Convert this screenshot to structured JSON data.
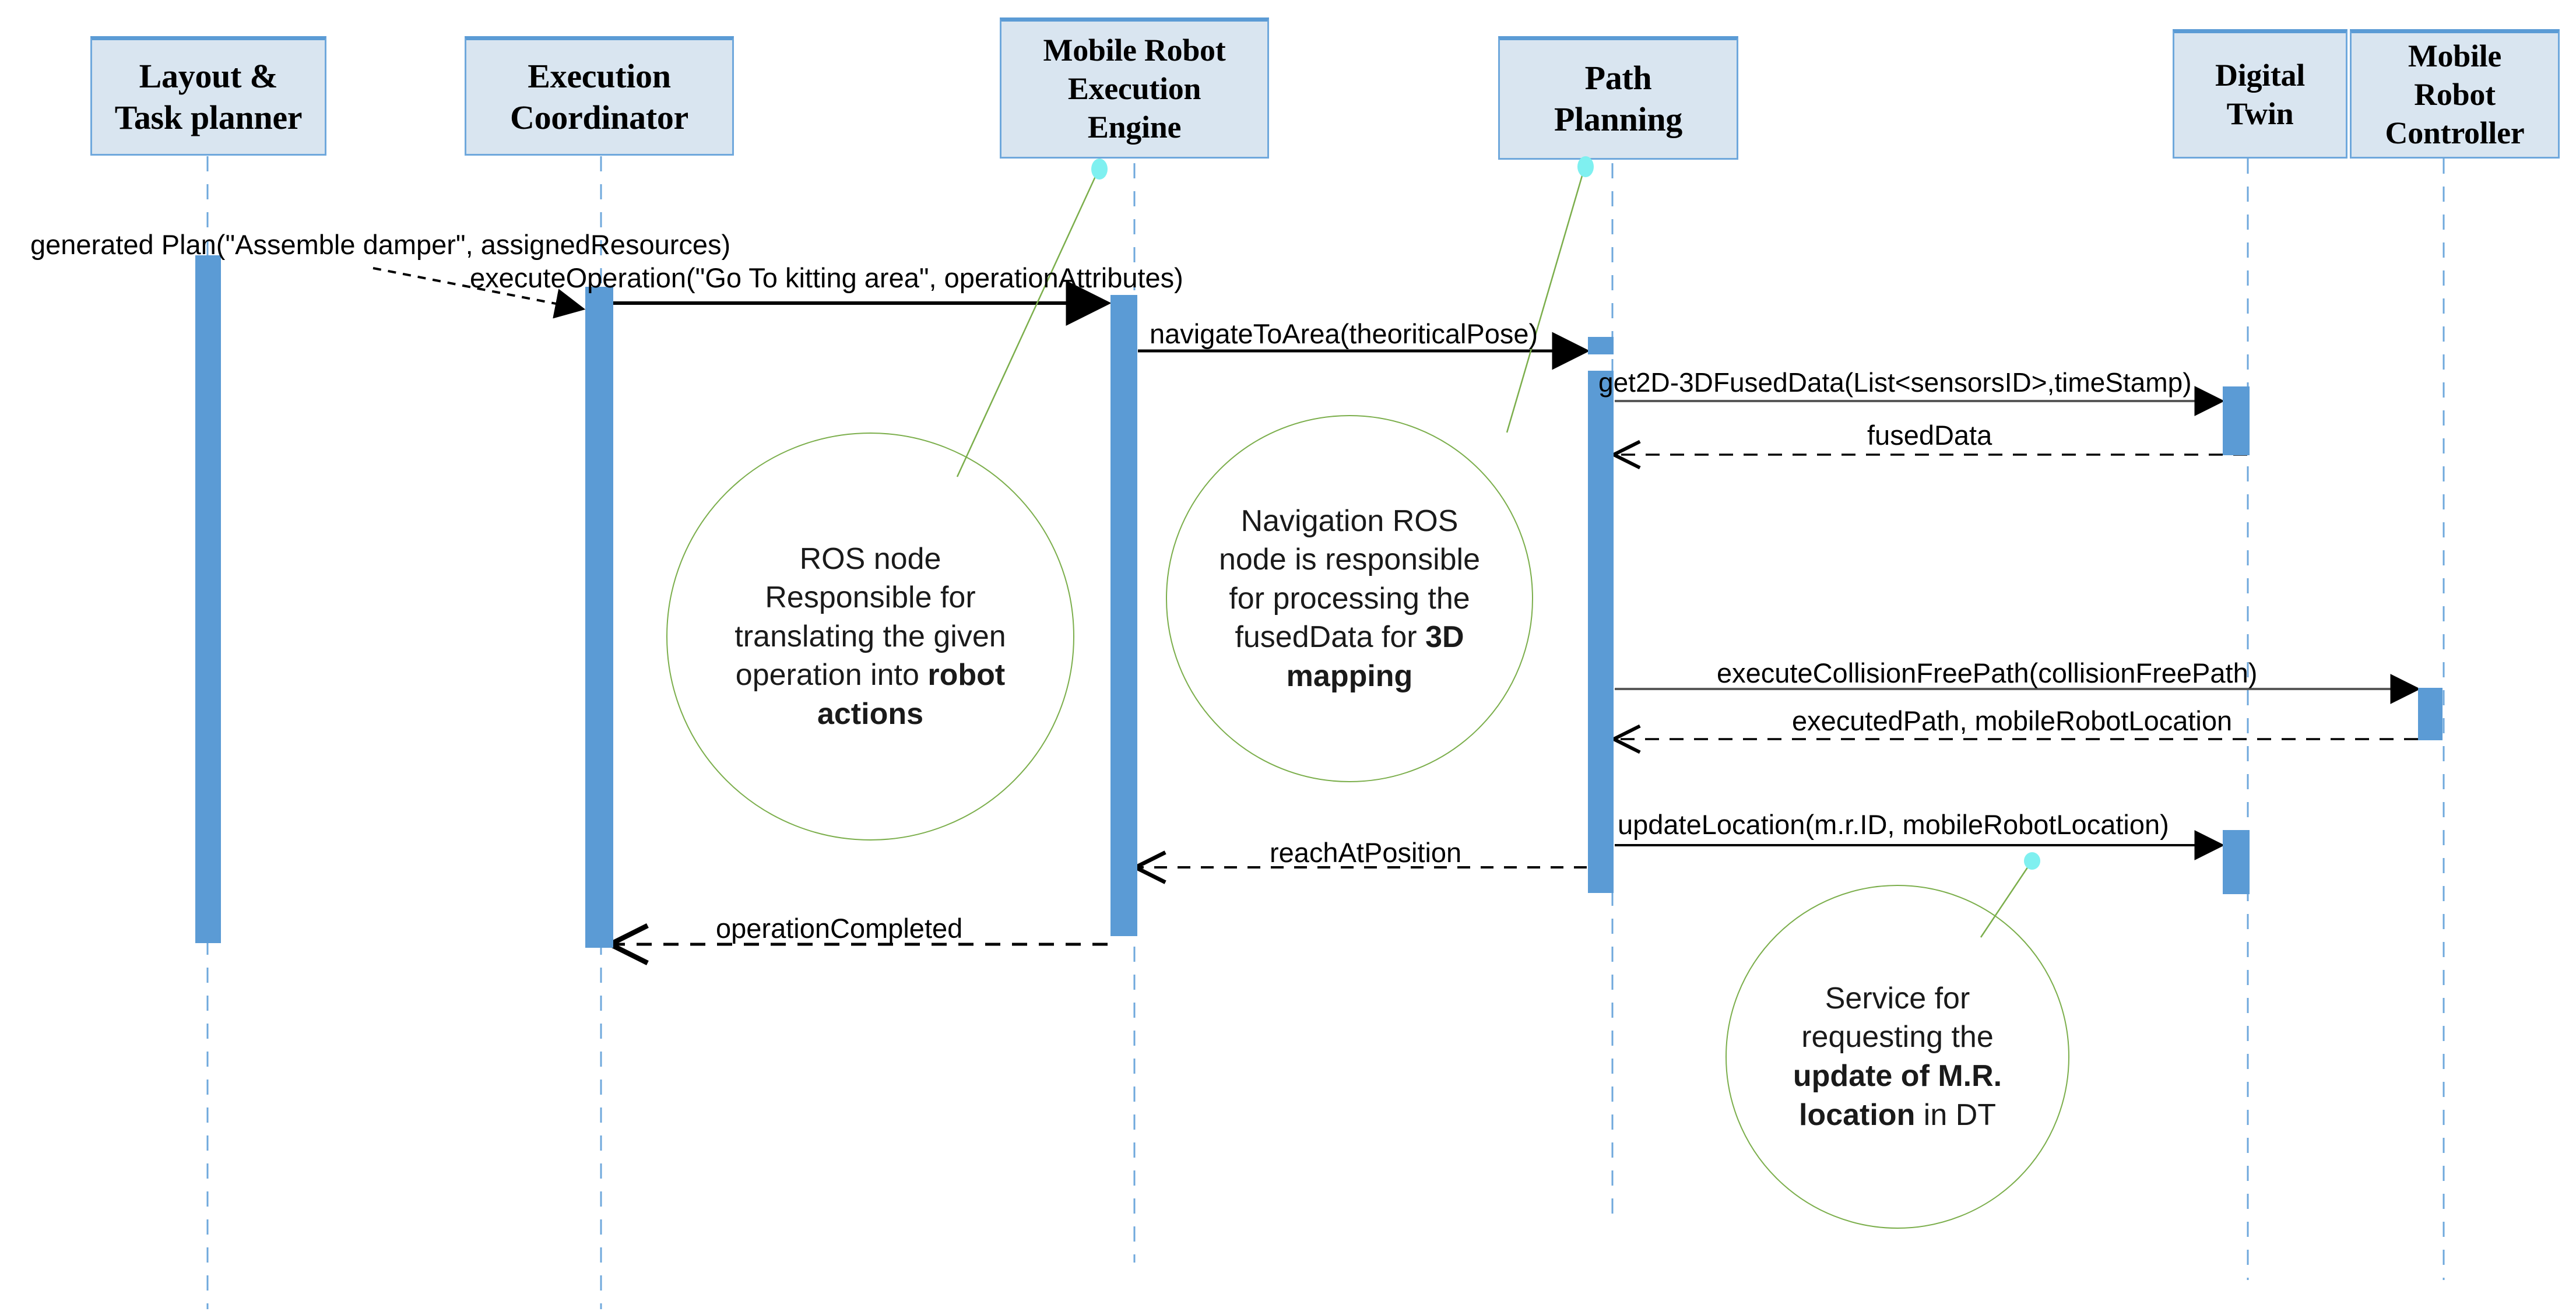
{
  "diagram": {
    "title": "Mobile robot navigation sequence diagram",
    "colors": {
      "participant_fill": "#d9e5f0",
      "participant_border": "#6fa8dc",
      "participant_top_accent": "#5b9bd5",
      "activation_fill": "#5b9bd5",
      "lifeline": "#6fa8dc",
      "note_border": "#7bae4b",
      "anchor_dot": "#7ff0f0",
      "message_line": "#000000",
      "gray_message_line": "#595959"
    }
  },
  "participants": [
    {
      "id": "layout-task-planner",
      "lines": [
        "Layout &",
        "Task planner"
      ]
    },
    {
      "id": "execution-coordinator",
      "lines": [
        "Execution",
        "Coordinator"
      ]
    },
    {
      "id": "mobile-robot-execution-engine",
      "lines": [
        "Mobile Robot",
        "Execution",
        "Engine"
      ]
    },
    {
      "id": "path-planning",
      "lines": [
        "Path",
        "Planning"
      ]
    },
    {
      "id": "digital-twin",
      "lines": [
        "Digital",
        "Twin"
      ]
    },
    {
      "id": "mobile-robot-controller",
      "lines": [
        "Mobile",
        "Robot",
        "Controller"
      ]
    }
  ],
  "messages": [
    {
      "id": "generated-plan",
      "label": "generated Plan(\"Assemble damper\", assignedResources)",
      "from": "layout-task-planner",
      "to": "execution-coordinator",
      "kind": "found-call"
    },
    {
      "id": "execute-operation",
      "label": "executeOperation(\"Go To kitting area\", operationAttributes)",
      "from": "execution-coordinator",
      "to": "mobile-robot-execution-engine",
      "kind": "sync-call"
    },
    {
      "id": "navigate-to-area",
      "label": "navigateToArea(theoriticalPose)",
      "from": "mobile-robot-execution-engine",
      "to": "path-planning",
      "kind": "sync-call"
    },
    {
      "id": "get-fused-data",
      "label": "get2D-3DFusedData(List<sensorsID>,timeStamp)",
      "from": "path-planning",
      "to": "digital-twin",
      "kind": "sync-call"
    },
    {
      "id": "fused-data",
      "label": "fusedData",
      "from": "digital-twin",
      "to": "path-planning",
      "kind": "return"
    },
    {
      "id": "execute-collision-free-path",
      "label": "executeCollisionFreePath(collisionFreePath)",
      "from": "path-planning",
      "to": "mobile-robot-controller",
      "kind": "sync-call"
    },
    {
      "id": "executed-path",
      "label": "executedPath, mobileRobotLocation",
      "from": "mobile-robot-controller",
      "to": "path-planning",
      "kind": "return"
    },
    {
      "id": "update-location",
      "label": "updateLocation(m.r.ID, mobileRobotLocation)",
      "from": "path-planning",
      "to": "digital-twin",
      "kind": "sync-call"
    },
    {
      "id": "reach-at-position",
      "label": "reachAtPosition",
      "from": "path-planning",
      "to": "mobile-robot-execution-engine",
      "kind": "return"
    },
    {
      "id": "operation-completed",
      "label": "operationCompleted",
      "from": "mobile-robot-execution-engine",
      "to": "execution-coordinator",
      "kind": "return"
    }
  ],
  "notes": [
    {
      "id": "note-ros-node",
      "anchored_to": "mobile-robot-execution-engine",
      "segments": [
        {
          "text": "ROS node Responsible for translating the given operation into ",
          "bold": false
        },
        {
          "text": "robot actions",
          "bold": true
        }
      ],
      "plain": "ROS node Responsible for translating the given operation into robot actions"
    },
    {
      "id": "note-navigation-ros-node",
      "anchored_to": "path-planning",
      "segments": [
        {
          "text": "Navigation ROS node is responsible for processing the fusedData for ",
          "bold": false
        },
        {
          "text": "3D mapping",
          "bold": true
        }
      ],
      "plain": "Navigation ROS node is responsible for processing the fusedData for 3D mapping"
    },
    {
      "id": "note-update-location-service",
      "anchored_to": "digital-twin",
      "segments": [
        {
          "text": "Service for requesting the ",
          "bold": false
        },
        {
          "text": "update of M.R. location",
          "bold": true
        },
        {
          "text": " in DT",
          "bold": false
        }
      ],
      "plain": "Service for requesting the update of M.R. location in DT"
    }
  ]
}
